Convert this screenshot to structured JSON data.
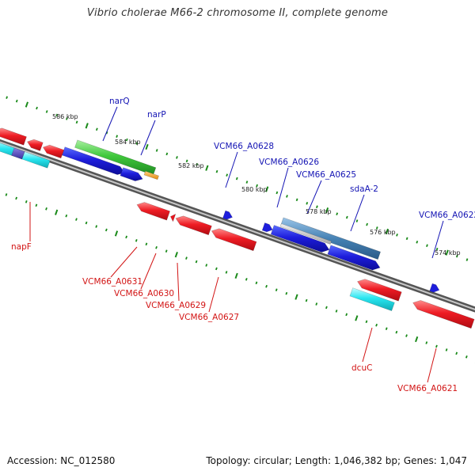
{
  "title": "Vibrio cholerae M66-2 chromosome II, complete genome",
  "footer": {
    "accession": "Accession: NC_012580",
    "summary": "Topology: circular; Length: 1,046,382 bp; Genes: 1,047"
  },
  "colors": {
    "backbone": "#808080",
    "tick": "#1a7a1a",
    "top_strand_label": "#1414b4",
    "bottom_strand_label": "#d21414",
    "red_gene": "#e8141e",
    "blue_gene": "#1e1edc",
    "green_gene": "#3cc83c",
    "cyan_gene": "#28e6f0",
    "steel_gene": "#4682b4"
  },
  "scale": {
    "labels": [
      "586 kbp",
      "584 kbp",
      "582 kbp",
      "580 kbp",
      "578 kbp",
      "576 kbp",
      "574 kbp"
    ]
  },
  "genes_top": [
    {
      "name": "narQ"
    },
    {
      "name": "narP"
    },
    {
      "name": "VCM66_A0628"
    },
    {
      "name": "VCM66_A0626"
    },
    {
      "name": "VCM66_A0625"
    },
    {
      "name": "sdaA-2"
    },
    {
      "name": "VCM66_A0622"
    }
  ],
  "genes_bottom": [
    {
      "name": "napF"
    },
    {
      "name": "VCM66_A0631"
    },
    {
      "name": "VCM66_A0630"
    },
    {
      "name": "VCM66_A0629"
    },
    {
      "name": "VCM66_A0627"
    },
    {
      "name": "dcuC"
    },
    {
      "name": "VCM66_A0621"
    }
  ]
}
